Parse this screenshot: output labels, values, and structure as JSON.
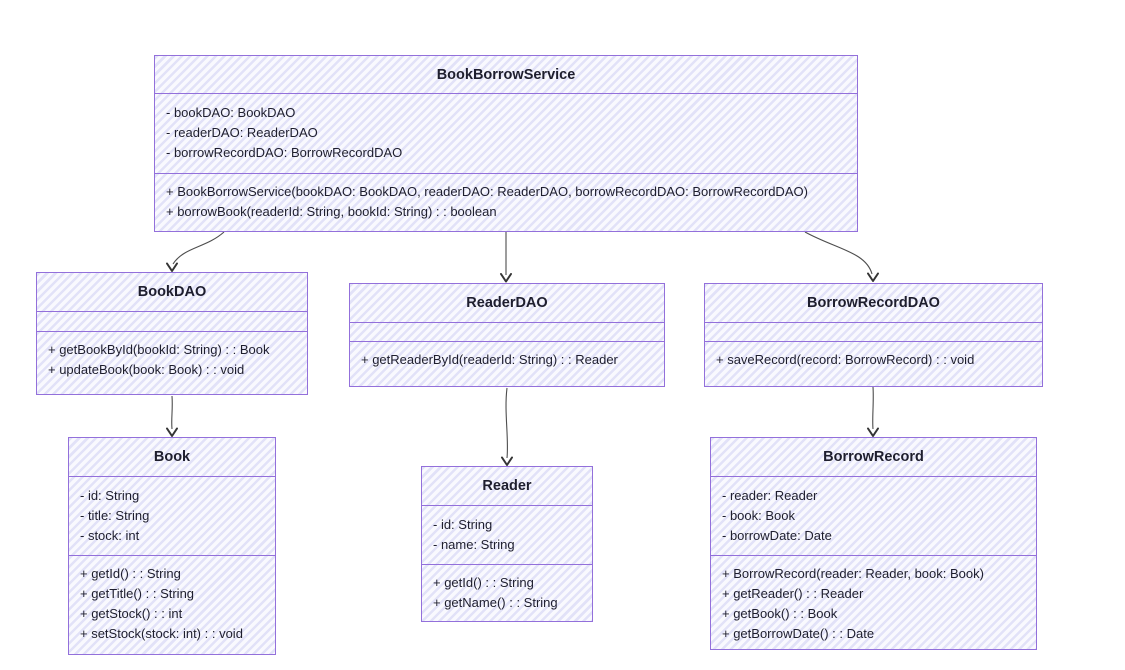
{
  "diagram": {
    "type": "uml-class-diagram",
    "classes": {
      "service": {
        "name": "BookBorrowService",
        "attributes": [
          "- bookDAO: BookDAO",
          "- readerDAO: ReaderDAO",
          "- borrowRecordDAO: BorrowRecordDAO"
        ],
        "methods": [
          "+ BookBorrowService(bookDAO: BookDAO, readerDAO: ReaderDAO, borrowRecordDAO: BorrowRecordDAO)",
          "+ borrowBook(readerId: String, bookId: String) : : boolean"
        ]
      },
      "bookDao": {
        "name": "BookDAO",
        "attributes": [],
        "methods": [
          "+ getBookById(bookId: String) : : Book",
          "+ updateBook(book: Book) : : void"
        ]
      },
      "readerDao": {
        "name": "ReaderDAO",
        "attributes": [],
        "methods": [
          "+ getReaderById(readerId: String) : : Reader"
        ]
      },
      "borrowRecordDao": {
        "name": "BorrowRecordDAO",
        "attributes": [],
        "methods": [
          "+ saveRecord(record: BorrowRecord) : : void"
        ]
      },
      "book": {
        "name": "Book",
        "attributes": [
          "- id: String",
          "- title: String",
          "- stock: int"
        ],
        "methods": [
          "+ getId() : : String",
          "+ getTitle() : : String",
          "+ getStock() : : int",
          "+ setStock(stock: int) : : void"
        ]
      },
      "reader": {
        "name": "Reader",
        "attributes": [
          "- id: String",
          "- name: String"
        ],
        "methods": [
          "+ getId() : : String",
          "+ getName() : : String"
        ]
      },
      "borrowRecord": {
        "name": "BorrowRecord",
        "attributes": [
          "- reader: Reader",
          "- book: Book",
          "- borrowDate: Date"
        ],
        "methods": [
          "+ BorrowRecord(reader: Reader, book: Book)",
          "+ getReader() : : Reader",
          "+ getBook() : : Book",
          "+ getBorrowDate() : : Date"
        ]
      }
    },
    "relations": [
      {
        "from": "BookBorrowService",
        "to": "BookDAO",
        "style": "solid-open-arrow"
      },
      {
        "from": "BookBorrowService",
        "to": "ReaderDAO",
        "style": "solid-open-arrow"
      },
      {
        "from": "BookBorrowService",
        "to": "BorrowRecordDAO",
        "style": "solid-open-arrow"
      },
      {
        "from": "BookDAO",
        "to": "Book",
        "style": "solid-open-arrow"
      },
      {
        "from": "ReaderDAO",
        "to": "Reader",
        "style": "solid-open-arrow"
      },
      {
        "from": "BorrowRecordDAO",
        "to": "BorrowRecord",
        "style": "solid-open-arrow"
      }
    ],
    "colors": {
      "box_border": "#9370DB",
      "box_fill": "#ECECFF",
      "text": "#1E1E2E",
      "arrow": "#4D4D4D"
    }
  }
}
